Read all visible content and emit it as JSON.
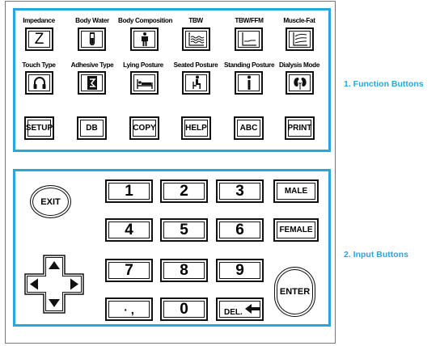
{
  "function_panel": {
    "labels": [
      "Impedance",
      "Body Water",
      "Body Composition",
      "TBW",
      "TBW/FFM",
      "Muscle-Fat",
      "Touch Type",
      "Adhesive Type",
      "Lying Posture",
      "Seated Posture",
      "Standing Posture",
      "Dialysis Mode"
    ],
    "icons": [
      "z-letter-icon",
      "test-tube-icon",
      "body-figure-icon",
      "water-waves-icon",
      "line-graph-icon",
      "stacked-lines-graph-icon",
      "headphone-clip-icon",
      "adhesive-electrode-icon",
      "lying-person-icon",
      "seated-person-icon",
      "standing-person-icon",
      "kidneys-icon"
    ],
    "impedance_glyph": "Z",
    "text_buttons": [
      "SETUP",
      "DB",
      "COPY",
      "HELP",
      "ABC",
      "PRINT"
    ]
  },
  "input_panel": {
    "exit": "EXIT",
    "digits": [
      "1",
      "2",
      "3",
      "4",
      "5",
      "6",
      "7",
      "8",
      "9"
    ],
    "punct": "· ,",
    "zero": "0",
    "delete": "DEL.",
    "male": "MALE",
    "female": "FEMALE",
    "enter": "ENTER"
  },
  "callouts": {
    "function": "1. Function Buttons",
    "input": "2. Input Buttons"
  },
  "colors": {
    "accent": "#29a7dd",
    "key_border": "#111111"
  }
}
